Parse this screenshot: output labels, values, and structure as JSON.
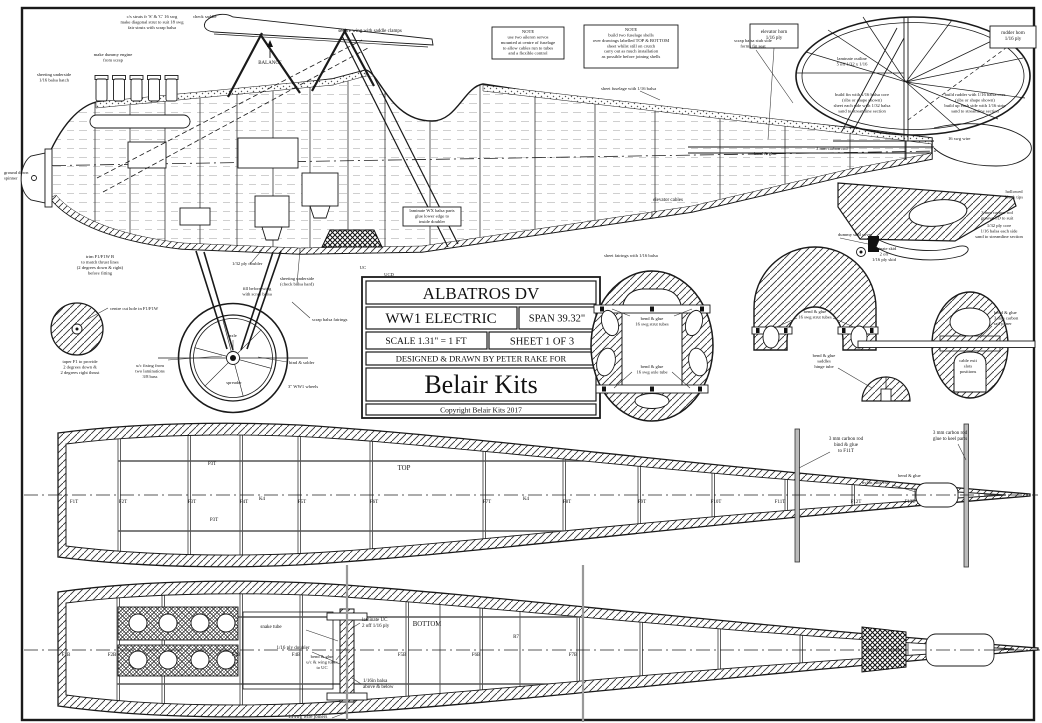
{
  "title_block": {
    "name": "ALBATROS DV",
    "type": "WW1 ELECTRIC",
    "span": "SPAN 39.32\"",
    "scale": "SCALE 1.31\" = 1 FT",
    "sheet": "SHEET 1 OF 3",
    "credit": "DESIGNED & DRAWN BY PETER RAKE FOR",
    "brand": "Belair Kits",
    "copyright": "Copyright Belair Kits 2017"
  },
  "notes": {
    "servo_note": "NOTE\nuse two aileron servos\nmounted at centre of fuselage\nto allow cables run to tubes\nand a flexible control",
    "shell_note": "NOTE\nbuild two fuselage shells\nover drawings labelled TOP & BOTTOM\nsheet whilst still on crutch\ncarry out as much installation\nas possible before joining shells"
  },
  "labels": {
    "strut_note": "c/s struts fr 'S' & 'C' 16 swg\nmake diagonal strut to suit 18 swg\nfair struts with scrap balsa",
    "check_saddle": "check saddle",
    "secure_wing": "secure wing with saddle clamps",
    "balance": "BALANCE",
    "dummy_engine": "make dummy engine\nfrom scrap",
    "sheeting_underside_hatch": "sheeting underside\n1/16 balsa hatch",
    "ground_spinner": "ground down\nspinner",
    "trim_f1": "trim F1/F1W B\nto match thrust lines\n(2 degrees down & right)\nbefore fitting",
    "sheet_fuselage": "sheet fuselage with 1/16 balsa",
    "scrap_stub": "scrap balsa stub side\nforms fin seat",
    "laminate_outline": "laminate outline\n5 off 1/32 x 1/16",
    "build_fin": "build fin with 1/16 balsa core\n(ribs or shape shown)\nsheet each side with 1/32 balsa\nsand to streamline section",
    "build_rudder": "build rudder with 1/16 balsa core\n(ribs or shape shown)\nbuild up each side with 1/16 strip\nsand to streamline section",
    "elevator_horn": "elevator horn\n1/16 ply",
    "rudder_horn": "rudder horn\n1/16 ply",
    "bend_glue_rod": "bend & glue",
    "carbon_rod_3mm": "3 mm carbon rod",
    "swg_wire_16": "16 swg wire",
    "elevator_cables": "elevator cables",
    "laminate_wx": "laminate WX balsa parts\nglue lower edge to\ninside doubler",
    "dummy_skid": "dummy skid cover",
    "laminate_skid": "laminate skid\n2 off\n1/16 ply skid",
    "hollowed_tips": "hollowed\nblock tips",
    "groove_td": "3 mm carbon rod\ngroove TD to suit",
    "ply_core": "1/32 ply core\n1/16 balsa each side\nsand to streamline section",
    "ply_doubler_132": "1/32 ply doubler",
    "sheeting_underside2": "sheeting underside\n(check balsa hard)",
    "fill_before": "fill before wing\nwith scrap balsa",
    "scrap_fairings": "scrap balsa fairings",
    "sheet_fairings": "sheet fairings with 1/16 balsa",
    "uc": "UC",
    "ucd": "UCD",
    "centre_hole": "centre cut hole in F1/F1W",
    "taper_f1": "taper F1 to provide\n2 degrees down &\n2 degrees right thrust",
    "uc_fixing": "u/c fixing from\ntwo laminations\n3/8 bass",
    "axle": "axle",
    "spreader": "spreader",
    "bind_solder": "bind & solder",
    "ww1_wheels": "3\" WW1 wheels",
    "s1_strut": "bend & glue\n16 swg strut tubes",
    "s1_axle": "bend & glue\n16 swg axle tube",
    "s2_strut": "bend & glue\n16 swg strut tubes",
    "s3_saddles": "bend & glue\nsaddles\nhinge tube",
    "s4_joiner": "bend & glue\n3 mm carbon\ntail joiner",
    "s4_cable": "cable exit\nslots\npositions",
    "rod_f11t": "3 mm carbon rod\nbind & glue\nto F11T",
    "rod_keel": "3 mm carbon rod\nglue to keel parts",
    "nylon_exit": "nylon tube exit",
    "bend_glue2": "bend & glue",
    "snake_tube": "snake tube",
    "ply_doubler_116": "1/16 ply doubler",
    "uc_tubes": "bend & glue\nu/c & wing tubes\nto UC",
    "laminate_uc": "laminate UC\n2 off 1/16 ply",
    "balsa_above_below": "1/16in balsa\nabove & below",
    "wire_joiners": "14 swg wire joiners",
    "r7": "R7",
    "k4a": "K4",
    "k4b": "K4",
    "p3t_a": "P3T",
    "p3t_b": "P3T",
    "top_view": "TOP",
    "bottom_view": "BOTTOM"
  },
  "stations": {
    "top": [
      "F1T",
      "F2T",
      "F3T",
      "F4T",
      "F5T",
      "F6T",
      "F7T",
      "F8T",
      "F9T",
      "F10T",
      "F11T",
      "F12T",
      "F13T"
    ],
    "bottom": [
      "F1B",
      "F2B",
      "F3B",
      "F4B",
      "F5B",
      "F6B",
      "F7B"
    ]
  },
  "colors": {
    "ink": "#1a1a1a",
    "paper": "#ffffff",
    "rod_gray": "#bbbbbb"
  }
}
